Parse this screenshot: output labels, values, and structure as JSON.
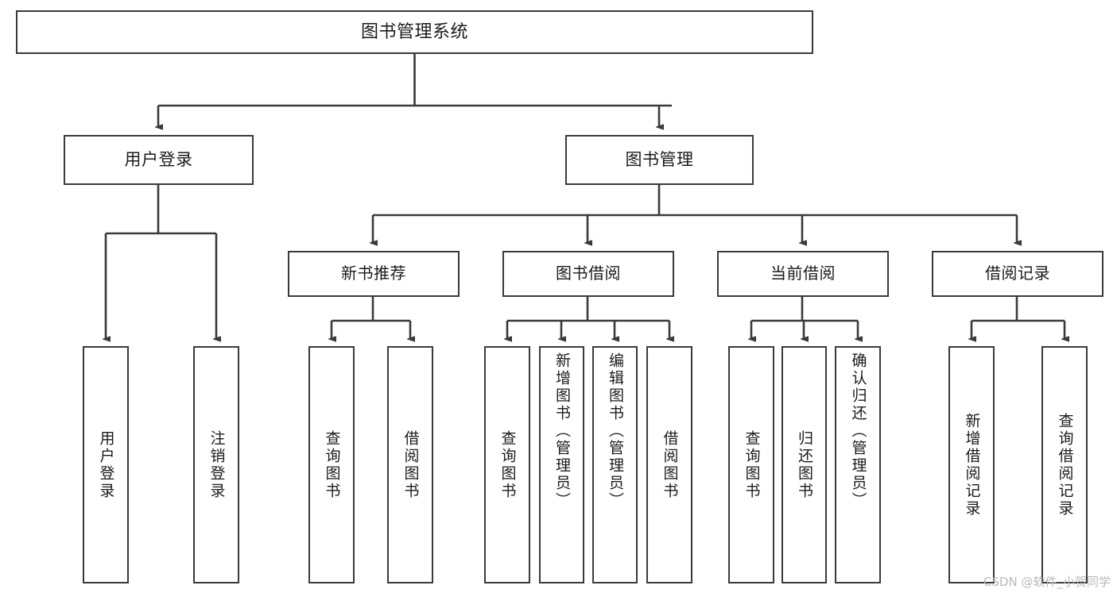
{
  "diagram": {
    "title": "图书管理系统",
    "type": "tree",
    "orientation": "top-down",
    "colors": {
      "box_border": "#3a3a3a",
      "box_fill": "#ffffff",
      "edge": "#3a3a3a",
      "text": "#1b1b1b",
      "watermark": "#b9b9b9",
      "background": "#ffffff"
    },
    "watermark": "CSDN @软件_小贺同学"
  },
  "nodes": {
    "root": {
      "label": "图书管理系统"
    },
    "level1": [
      {
        "id": "user-login",
        "label": "用户登录"
      },
      {
        "id": "book-management",
        "label": "图书管理"
      }
    ],
    "level2": [
      {
        "id": "new-book-recommend",
        "label": "新书推荐"
      },
      {
        "id": "book-borrow",
        "label": "图书借阅"
      },
      {
        "id": "current-borrow",
        "label": "当前借阅"
      },
      {
        "id": "borrow-record",
        "label": "借阅记录"
      }
    ],
    "leaves": [
      {
        "id": "leaf-user-login",
        "parent": "user-login",
        "label": "用户登录"
      },
      {
        "id": "leaf-logout",
        "parent": "user-login",
        "label": "注销登录"
      },
      {
        "id": "leaf-query-book-1",
        "parent": "new-book-recommend",
        "label": "查询图书"
      },
      {
        "id": "leaf-borrow-book-1",
        "parent": "new-book-recommend",
        "label": "借阅图书"
      },
      {
        "id": "leaf-query-book-2",
        "parent": "book-borrow",
        "label": "查询图书"
      },
      {
        "id": "leaf-add-book",
        "parent": "book-borrow",
        "label": "新增图书（管理员）"
      },
      {
        "id": "leaf-edit-book",
        "parent": "book-borrow",
        "label": "编辑图书（管理员）"
      },
      {
        "id": "leaf-borrow-book-2",
        "parent": "book-borrow",
        "label": "借阅图书"
      },
      {
        "id": "leaf-query-book-3",
        "parent": "current-borrow",
        "label": "查询图书"
      },
      {
        "id": "leaf-return-book",
        "parent": "current-borrow",
        "label": "归还图书"
      },
      {
        "id": "leaf-confirm-return",
        "parent": "current-borrow",
        "label": "确认归还（管理员）"
      },
      {
        "id": "leaf-add-record",
        "parent": "borrow-record",
        "label": "新增借阅记录"
      },
      {
        "id": "leaf-query-record",
        "parent": "borrow-record",
        "label": "查询借阅记录"
      }
    ]
  }
}
